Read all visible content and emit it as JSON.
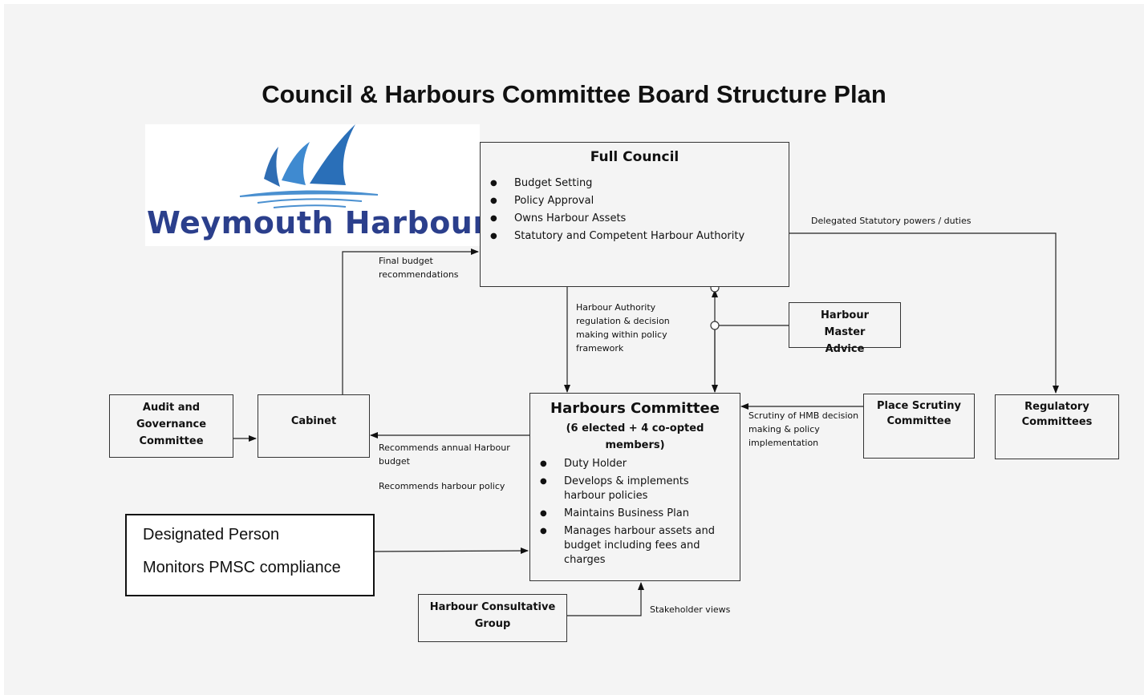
{
  "title": "Council & Harbours Committee Board Structure Plan",
  "logo": {
    "text": "Weymouth Harbour"
  },
  "full_council": {
    "title": "Full Council",
    "items": [
      "Budget Setting",
      "Policy Approval",
      "Owns Harbour Assets",
      "Statutory and Competent Harbour Authority"
    ]
  },
  "harbours_committee": {
    "title": "Harbours Committee",
    "subtitle": "(6 elected + 4 co-opted members)",
    "items": [
      "Duty Holder",
      "Develops & implements harbour policies",
      "Maintains Business Plan",
      "Manages harbour assets and budget including fees and charges"
    ]
  },
  "boxes": {
    "audit": "Audit and Governance Committee",
    "cabinet": "Cabinet",
    "harbour_master": "Harbour Master Advice",
    "place_scrutiny": "Place Scrutiny Committee",
    "regulatory": "Regulatory Committees",
    "consultative": "Harbour Consultative Group"
  },
  "designated": {
    "line1": "Designated Person",
    "line2": "Monitors PMSC compliance"
  },
  "notes": {
    "final_budget": "Final budget recommendations",
    "delegated": "Delegated Statutory powers / duties",
    "harbour_authority": "Harbour Authority regulation & decision making within policy framework",
    "scrutiny": "Scrutiny of HMB decision making & policy implementation",
    "recommends_budget": "Recommends annual Harbour budget",
    "recommends_policy": "Recommends harbour policy",
    "stakeholder": "Stakeholder views"
  }
}
